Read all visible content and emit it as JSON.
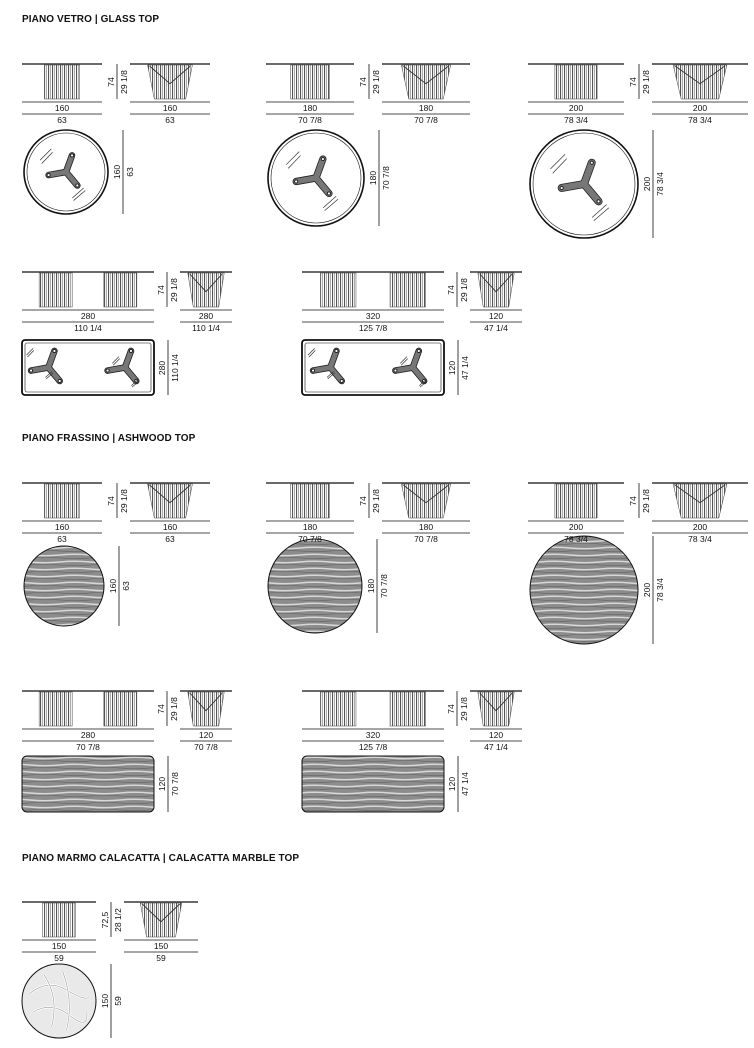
{
  "sections": {
    "glass": "PIANO VETRO  |  GLASS TOP",
    "ash": "PIANO FRASSINO  |  ASHWOOD TOP",
    "marble": "PIANO MARMO CALACATTA  |  CALACATTA MARBLE TOP"
  },
  "height_cm": "74",
  "height_in": "29 1/8",
  "height_marble_cm": "72,5",
  "height_marble_in": "28 1/2",
  "glass_round": [
    {
      "cm": "160",
      "in": "63"
    },
    {
      "cm": "180",
      "in": "70 7/8"
    },
    {
      "cm": "200",
      "in": "78 3/4"
    }
  ],
  "glass_rect": [
    {
      "len_cm": "280",
      "len_in": "110 1/4",
      "wid_cm": "280",
      "wid_in": "110 1/4"
    },
    {
      "len_cm": "320",
      "len_in": "125 7/8",
      "wid_cm": "120",
      "wid_in": "47 1/4"
    }
  ],
  "ash_round": [
    {
      "cm": "160",
      "in": "63"
    },
    {
      "cm": "180",
      "in": "70 7/8"
    },
    {
      "cm": "200",
      "in": "78 3/4"
    }
  ],
  "ash_rect": [
    {
      "len_cm": "280",
      "len_in": "70 7/8",
      "wid_cm": "120",
      "wid_in": "70 7/8"
    },
    {
      "len_cm": "320",
      "len_in": "125 7/8",
      "wid_cm": "120",
      "wid_in": "47 1/4"
    }
  ],
  "marble_round": [
    {
      "cm": "150",
      "in": "59"
    }
  ]
}
